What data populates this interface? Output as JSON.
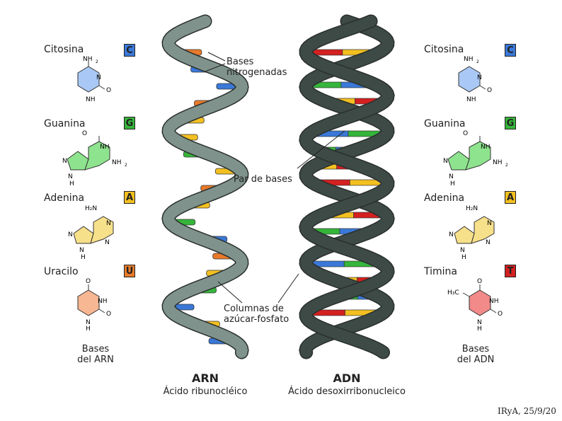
{
  "left_bases": [
    {
      "name": "Citosina",
      "letter": "C",
      "color": "#3a78d8",
      "fill": "#a9c8f5"
    },
    {
      "name": "Guanina",
      "letter": "G",
      "color": "#35b53a",
      "fill": "#8ee48e"
    },
    {
      "name": "Adenina",
      "letter": "A",
      "color": "#f3c020",
      "fill": "#f7e08a"
    },
    {
      "name": "Uracilo",
      "letter": "U",
      "color": "#e87a2a",
      "fill": "#f7b792"
    }
  ],
  "right_bases": [
    {
      "name": "Citosina",
      "letter": "C",
      "color": "#3a78d8",
      "fill": "#a9c8f5"
    },
    {
      "name": "Guanina",
      "letter": "G",
      "color": "#35b53a",
      "fill": "#8ee48e"
    },
    {
      "name": "Adenina",
      "letter": "A",
      "color": "#f3c020",
      "fill": "#f7e08a"
    },
    {
      "name": "Timina",
      "letter": "T",
      "color": "#d42020",
      "fill": "#f28a8a"
    }
  ],
  "chem_labels": {
    "nh2": "NH",
    "two": "2",
    "n": "N",
    "o": "O",
    "nh": "NH",
    "h": "H",
    "h2n": "H₂N",
    "h3c": "H₃C"
  },
  "captions": {
    "left": [
      "Bases",
      "del ARN"
    ],
    "right": [
      "Bases",
      "del ADN"
    ]
  },
  "annotations": {
    "bases": [
      "Bases",
      "nitrogenadas"
    ],
    "pair": "Par de bases",
    "backbone": [
      "Columnas de",
      "azúcar-fosfato"
    ]
  },
  "rna": {
    "title": "ARN",
    "subtitle": "Ácido ribunocléico",
    "strand_color": "#7f938c"
  },
  "dna": {
    "title": "ADN",
    "subtitle": "Ácido desoxirribonucleico",
    "strand_color": "#3d4a46"
  },
  "footer": "IRyA, 25/9/20"
}
